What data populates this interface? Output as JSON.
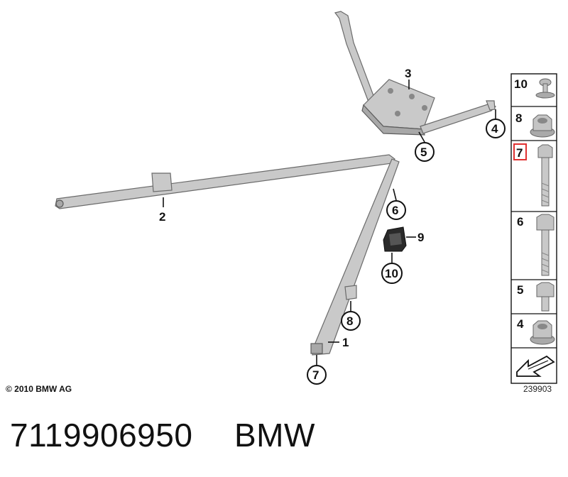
{
  "callouts": {
    "c1": "1",
    "c2": "2",
    "c3": "3",
    "c4": "4",
    "c5": "5",
    "c6": "6",
    "c7": "7",
    "c8": "8",
    "c9": "9",
    "c10": "10"
  },
  "legend": {
    "items": [
      "10",
      "8",
      "7",
      "6",
      "5",
      "4"
    ],
    "highlighted_item": "7",
    "highlight_color": "#e03030"
  },
  "footer": {
    "copyright": "© 2010 BMW AG",
    "diagram_number": "239903",
    "part_number": "7119906950",
    "brand": "BMW"
  }
}
